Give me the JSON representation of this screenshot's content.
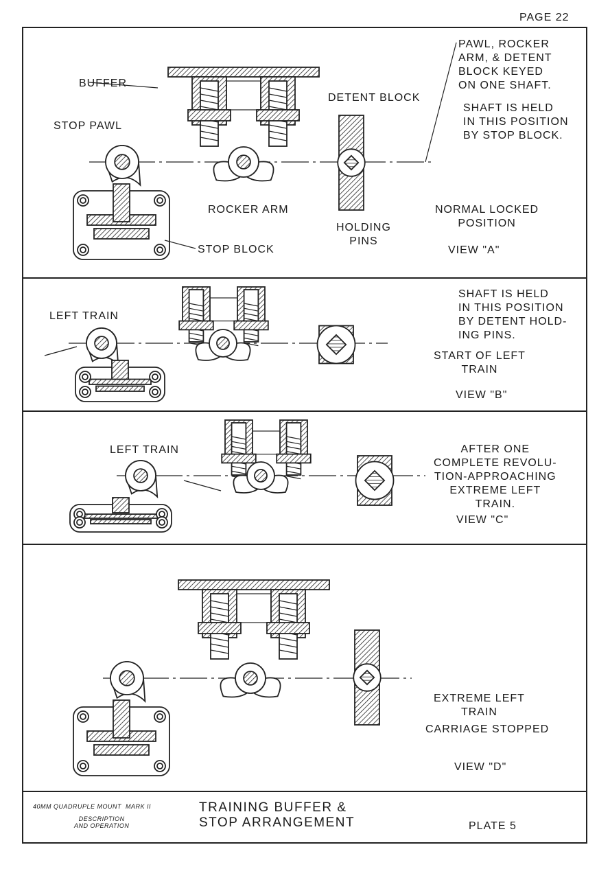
{
  "page_number": "PAGE 22",
  "views": {
    "a": {
      "labels": {
        "buffer": "BUFFER",
        "stop_pawl": "STOP PAWL",
        "detent_block": "DETENT BLOCK",
        "rocker_arm": "ROCKER ARM",
        "holding_pins": "HOLDING\nPINS",
        "stop_block": "STOP BLOCK"
      },
      "note_keyed": "PAWL, ROCKER\nARM, & DETENT\nBLOCK KEYED\nON ONE SHAFT.",
      "note_held": "SHAFT IS HELD\nIN THIS POSITION\nBY STOP BLOCK.",
      "status": "NORMAL LOCKED\nPOSITION",
      "view": "VIEW \"A\""
    },
    "b": {
      "label": "LEFT TRAIN",
      "note_held": "SHAFT IS HELD\nIN THIS POSITION\nBY DETENT HOLD-\nING PINS.",
      "status": "START OF LEFT\nTRAIN",
      "view": "VIEW \"B\""
    },
    "c": {
      "label": "LEFT TRAIN",
      "status": "AFTER ONE\nCOMPLETE REVOLU-\nTION-APPROACHING\nEXTREME LEFT\nTRAIN.",
      "view": "VIEW \"C\""
    },
    "d": {
      "status": "EXTREME LEFT\nTRAIN",
      "status2": "CARRIAGE STOPPED",
      "view": "VIEW \"D\""
    }
  },
  "footer": {
    "mount": "40MM QUADRUPLE MOUNT  MARK II",
    "subtitle": "DESCRIPTION\nAND OPERATION",
    "title": "TRAINING BUFFER &\nSTOP ARRANGEMENT",
    "plate": "PLATE 5"
  }
}
